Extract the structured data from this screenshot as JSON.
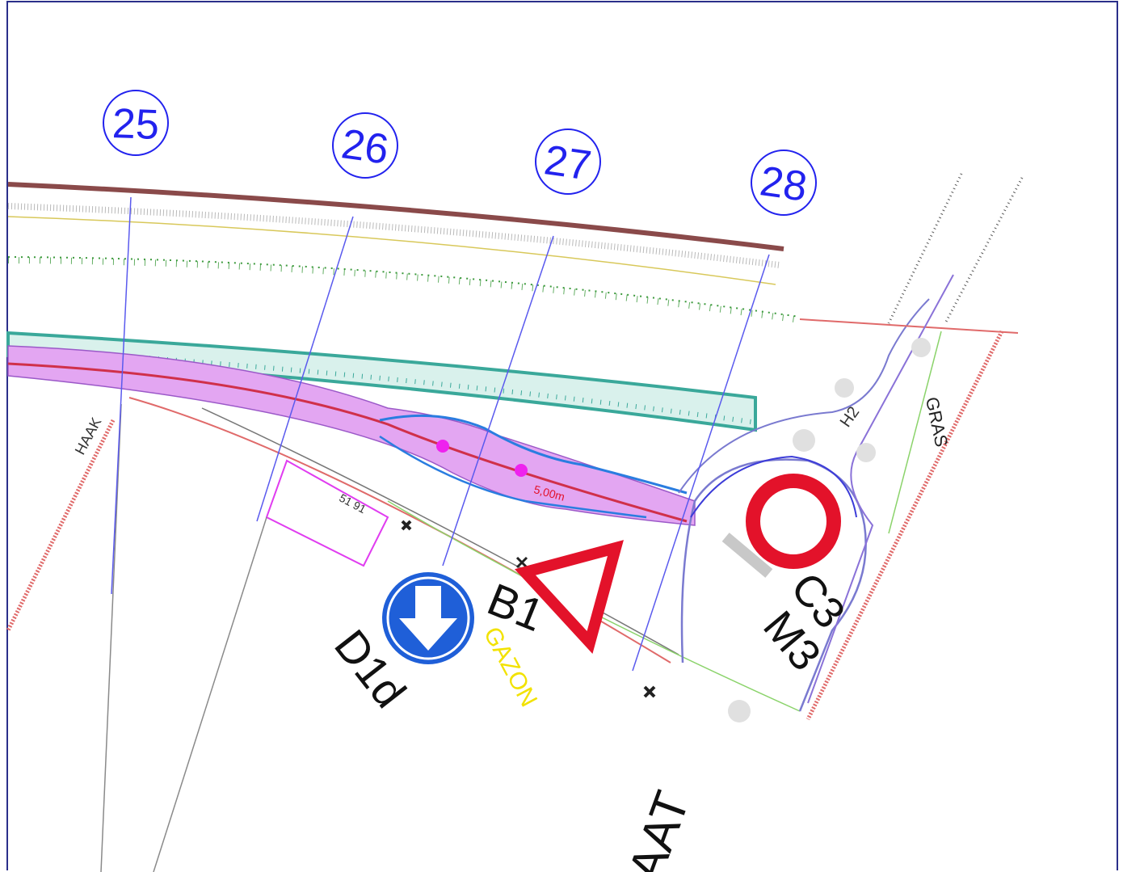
{
  "profiles": [
    {
      "number": "25"
    },
    {
      "number": "26"
    },
    {
      "number": "27"
    },
    {
      "number": "28"
    }
  ],
  "signs": {
    "d1d": {
      "code": "D1d",
      "icon": "keep-right-arrow-down"
    },
    "b1": {
      "code": "B1",
      "icon": "yield-triangle"
    },
    "c3": {
      "code": "C3",
      "icon": "no-entry-circle"
    },
    "m3": {
      "code": "M3"
    }
  },
  "labels": {
    "gazon": "GAZON",
    "gras": "GRAS",
    "street_fragment": "AAT",
    "left_fragment": "HAAK",
    "h2": "H2",
    "small_dims": "51 91",
    "red_note": "5,00m"
  },
  "colors": {
    "profile_blue": "#2222ee",
    "cycle_lane_fill": "#e3a6f2",
    "cycle_lane_edge": "#d0304a",
    "water_blue": "#2a7de0",
    "teal_hedge": "#3aa89a",
    "boundary_brown": "#8a4a4a",
    "grass_green": "#3c9a3c",
    "sign_red": "#e3122a",
    "sign_blue": "#1f5fd8",
    "gazon_yellow": "#f2e200",
    "frame_navy": "#2a2f8a"
  }
}
